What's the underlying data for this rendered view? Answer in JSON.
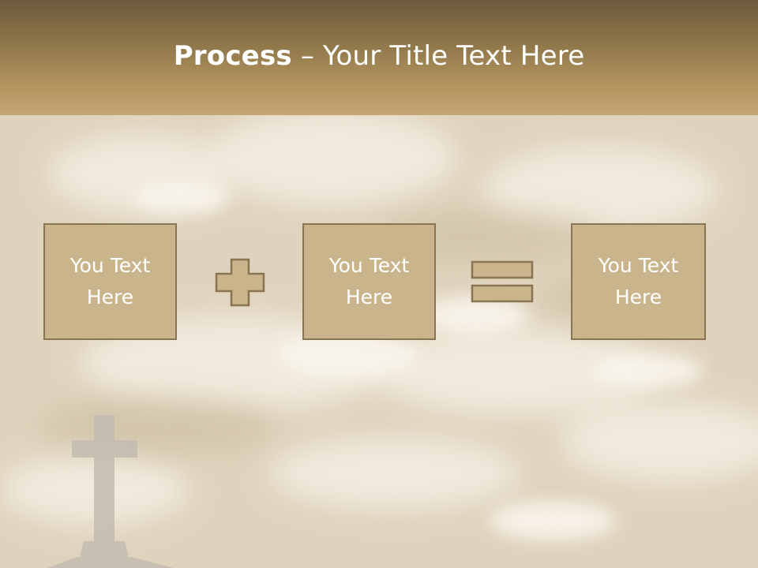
{
  "slide": {
    "title_bold": "Process",
    "title_rest": " – Your Title Text Here",
    "boxes": [
      {
        "line1": "You Text",
        "line2": "Here"
      },
      {
        "line1": "You Text",
        "line2": "Here"
      },
      {
        "line1": "You Text",
        "line2": "Here"
      }
    ],
    "operators": [
      "plus-icon",
      "equals-icon"
    ],
    "decoration": "cross-icon"
  },
  "colors": {
    "title_band": "#8c7448",
    "box_fill": "#c9b48c",
    "box_border": "#8a7553",
    "text": "#ffffff"
  }
}
